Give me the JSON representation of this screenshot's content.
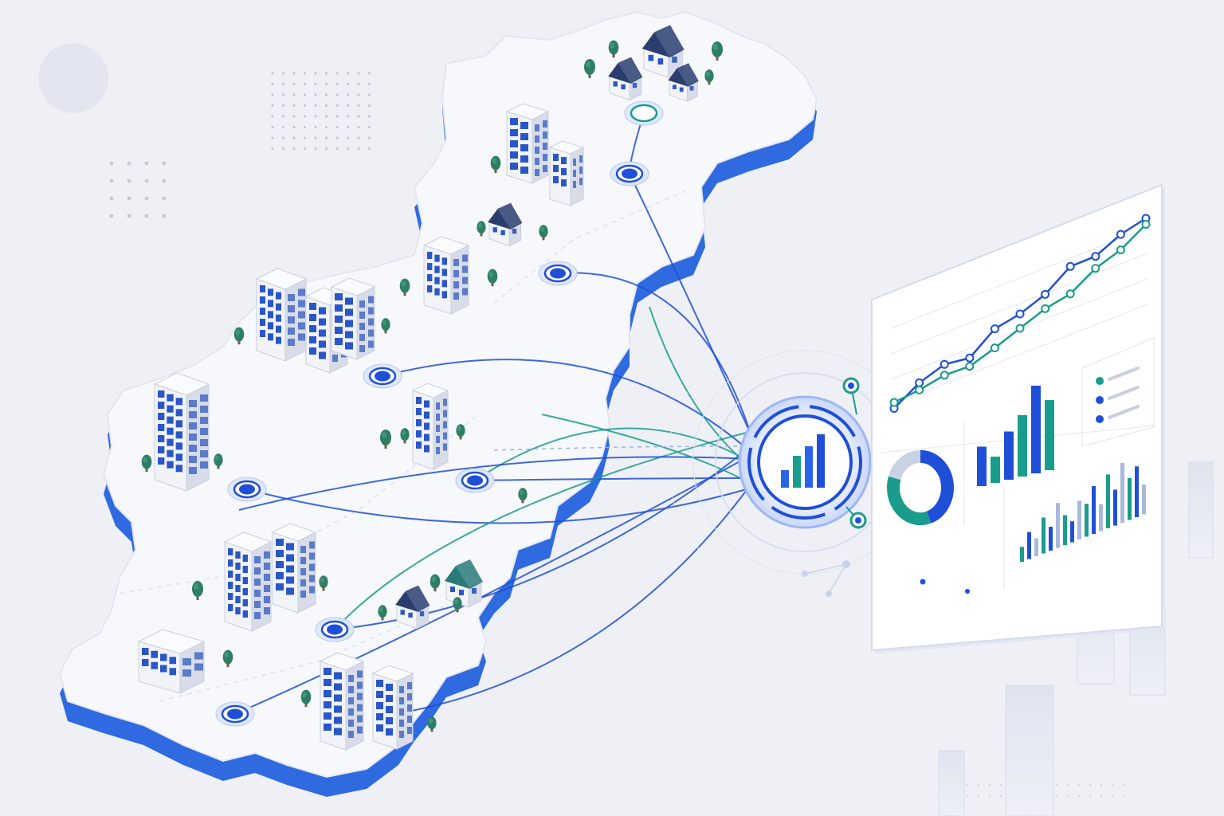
{
  "palette": {
    "background": "#eef0f6",
    "land_top": "#f7f8fc",
    "land_side": "#2f6ae0",
    "land_side_light": "#cfdcf8",
    "accent_blue": "#1f4fd8",
    "accent_teal": "#1a9c8c",
    "building": "#e9ecf4",
    "window": "#2a56c8",
    "tree": "#2e7d64",
    "panel": "#ffffff"
  },
  "hub": {
    "icon": "bar-chart-icon"
  },
  "city_nodes": [
    {
      "name": "node-residential-north"
    },
    {
      "name": "node-office-twin-towers"
    },
    {
      "name": "node-suburb-house"
    },
    {
      "name": "node-downtown-cluster"
    },
    {
      "name": "node-central-tower"
    },
    {
      "name": "node-west-tower"
    },
    {
      "name": "node-south-apartments"
    },
    {
      "name": "node-south-houses"
    },
    {
      "name": "node-southwest-office"
    },
    {
      "name": "node-south-highrise"
    }
  ],
  "dashboard": {
    "line_chart": {
      "series": [
        {
          "color": "#1f4fd8",
          "values": [
            0.25,
            0.38,
            0.45,
            0.42,
            0.58,
            0.62,
            0.7,
            0.85,
            0.85,
            0.95,
            1.0
          ]
        },
        {
          "color": "#1a9c8c",
          "values": [
            0.3,
            0.32,
            0.36,
            0.35,
            0.42,
            0.5,
            0.58,
            0.62,
            0.75,
            0.82,
            0.95
          ]
        }
      ]
    },
    "legend_rows": 3,
    "donut": {
      "segments": [
        {
          "value": 0.45,
          "color": "#1f4fd8"
        },
        {
          "value": 0.35,
          "color": "#1a9c8c"
        },
        {
          "value": 0.2,
          "color": "#c9d2e4"
        }
      ]
    },
    "bar_chart": {
      "values": [
        0.45,
        0.3,
        0.55,
        0.7,
        1.0,
        0.8
      ],
      "colors": [
        "#1f4fd8",
        "#1a9c8c",
        "#1f4fd8",
        "#1a9c8c",
        "#1f4fd8",
        "#1a9c8c"
      ]
    },
    "histogram": {
      "values": [
        0.25,
        0.45,
        0.3,
        0.6,
        0.4,
        0.75,
        0.5,
        0.35,
        0.65,
        0.55,
        0.8,
        0.45,
        0.9,
        0.6,
        1.0,
        0.7,
        0.85,
        0.5
      ]
    }
  }
}
